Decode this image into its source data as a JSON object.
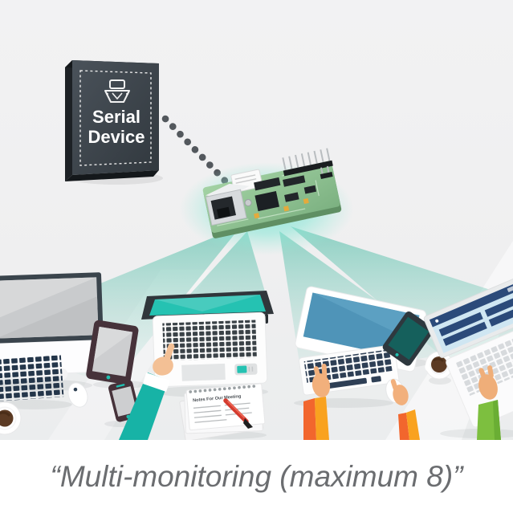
{
  "caption": {
    "text": "“Multi-monitoring (maximum 8)”",
    "max_connections": "8"
  },
  "serial_device": {
    "label_line1": "Serial",
    "label_line2": "Device"
  },
  "notepad": {
    "title": "Notes For Our Meeting"
  },
  "link": {
    "style": "dotted",
    "dot_count": 8
  },
  "beams": {
    "count": 4,
    "targets": [
      "desktop-monitor-left",
      "laptop-center",
      "desktop-monitor-right",
      "laptop-right"
    ]
  },
  "icons": [
    "serial-connector-icon"
  ],
  "colors": {
    "scene_background": "#f0f1f2",
    "caption_text": "#6b6d70",
    "box_front": "#3c444b",
    "beam_teal": "#5ec5af",
    "glow_teal": "#7fe6d4",
    "pcb_green": "#8fc292",
    "accent_teal": "#1fbfb0",
    "sleeve_teal": "#17b3a6",
    "sleeve_orange": "#f2662d",
    "sleeve_orange_light": "#f9a21f",
    "sleeve_green": "#7dbf3f",
    "monitor_screen_blue": "#4f94b8",
    "keys_navy": "#2e3f55",
    "device_frame_plum": "#46323a",
    "pen_red": "#d43b2f",
    "coffee_brown": "#5b3a23"
  }
}
